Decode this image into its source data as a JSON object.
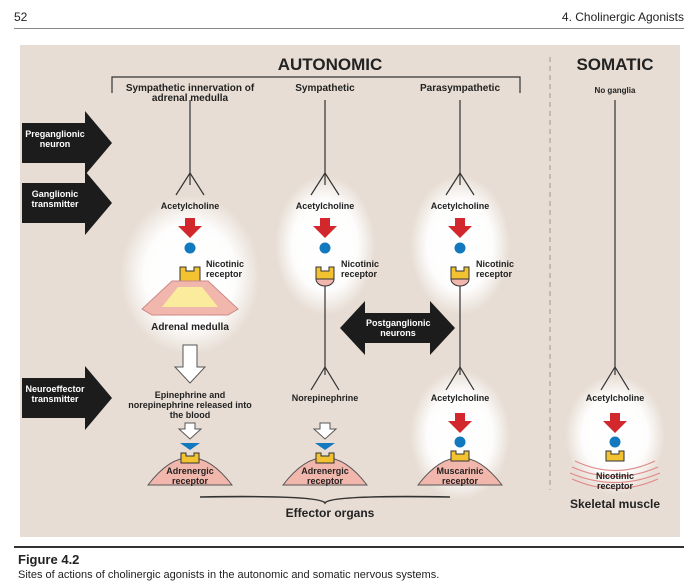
{
  "header": {
    "page_number": "52",
    "chapter": "4. Cholinergic Agonists"
  },
  "figure": {
    "autonomic_title": "AUTONOMIC",
    "somatic_title": "SOMATIC",
    "columns": {
      "sym_adrenal": "Sympathetic innervation of adrenal medulla",
      "sympathetic": "Sympathetic",
      "parasympathetic": "Parasympathetic",
      "no_ganglia": "No ganglia"
    },
    "side_arrows": {
      "preganglionic": "Preganglionic neuron",
      "ganglionic": "Ganglionic transmitter",
      "neuroeffector": "Neuroeffector transmitter"
    },
    "ganglionic_transmitters": [
      "Acetylcholine",
      "Acetylcholine",
      "Acetylcholine"
    ],
    "nicotinic_receptor": "Nicotinic receptor",
    "adrenal_medulla": "Adrenal medulla",
    "postganglionic": "Postganglionic neurons",
    "neuroeffector": {
      "adrenal": "Epinephrine and norepinephrine released into the blood",
      "sympathetic": "Norepinephrine",
      "parasympathetic": "Acetylcholine",
      "somatic": "Acetylcholine"
    },
    "receptors": {
      "adrenergic": "Adrenergic receptor",
      "muscarinic": "Muscarinic receptor",
      "nicotinic": "Nicotinic receptor"
    },
    "effector_organs": "Effector organs",
    "skeletal_muscle": "Skeletal muscle"
  },
  "caption": {
    "title": "Figure 4.2",
    "text": "Sites of actions of cholinergic agonists in the autonomic and somatic nervous systems."
  },
  "colors": {
    "panel": "#e7ddd4",
    "red_arrow": "#d2282d",
    "blue_dot": "#1279bf",
    "receptor": "#f2c230",
    "effector": "#f2b7ac",
    "arrow_black": "#1c1c1c"
  }
}
